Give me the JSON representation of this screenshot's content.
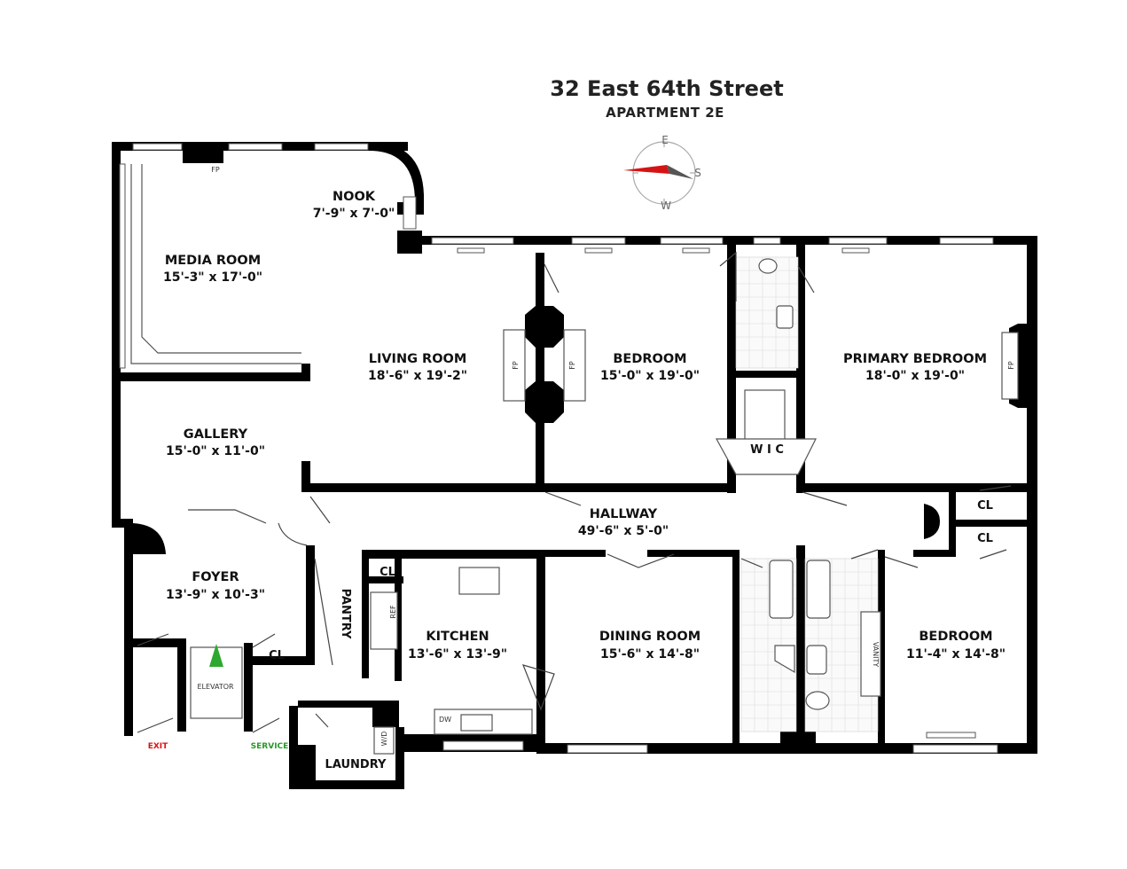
{
  "header": {
    "address": "32 East 64th Street",
    "unit": "APARTMENT 2E"
  },
  "compass": {
    "north_label": "E",
    "east_label": "S",
    "south_label": "W",
    "needle_color": "#d41414"
  },
  "rooms": {
    "media_room": {
      "name": "MEDIA ROOM",
      "dims": "15'-3\" x 17'-0\""
    },
    "nook": {
      "name": "NOOK",
      "dims": "7'-9\" x 7'-0\""
    },
    "living_room": {
      "name": "LIVING ROOM",
      "dims": "18'-6\" x 19'-2\""
    },
    "bedroom_1": {
      "name": "BEDROOM",
      "dims": "15'-0\" x 19'-0\""
    },
    "primary_bedroom": {
      "name": "PRIMARY BEDROOM",
      "dims": "18'-0\" x 19'-0\""
    },
    "gallery": {
      "name": "GALLERY",
      "dims": "15'-0\" x 11'-0\""
    },
    "hallway": {
      "name": "HALLWAY",
      "dims": "49'-6\" x 5'-0\""
    },
    "foyer": {
      "name": "FOYER",
      "dims": "13'-9\" x 10'-3\""
    },
    "kitchen": {
      "name": "KITCHEN",
      "dims": "13'-6\" x 13'-9\""
    },
    "dining_room": {
      "name": "DINING ROOM",
      "dims": "15'-6\" x 14'-8\""
    },
    "bedroom_2": {
      "name": "BEDROOM",
      "dims": "11'-4\" x 14'-8\""
    }
  },
  "labels": {
    "fp": "FP",
    "wic": "W I C",
    "cl": "CL",
    "pantry": "PANTRY",
    "laundry": "LAUNDRY",
    "elevator": "ELEVATOR",
    "ref": "REF",
    "dw": "DW",
    "wd": "W/D",
    "vanity": "VANITY",
    "exit": "EXIT",
    "service": "SERVICE"
  },
  "colors": {
    "exit": "#dd1111",
    "service": "#2a9a2a",
    "elevator_arrow": "#2ea82e"
  }
}
